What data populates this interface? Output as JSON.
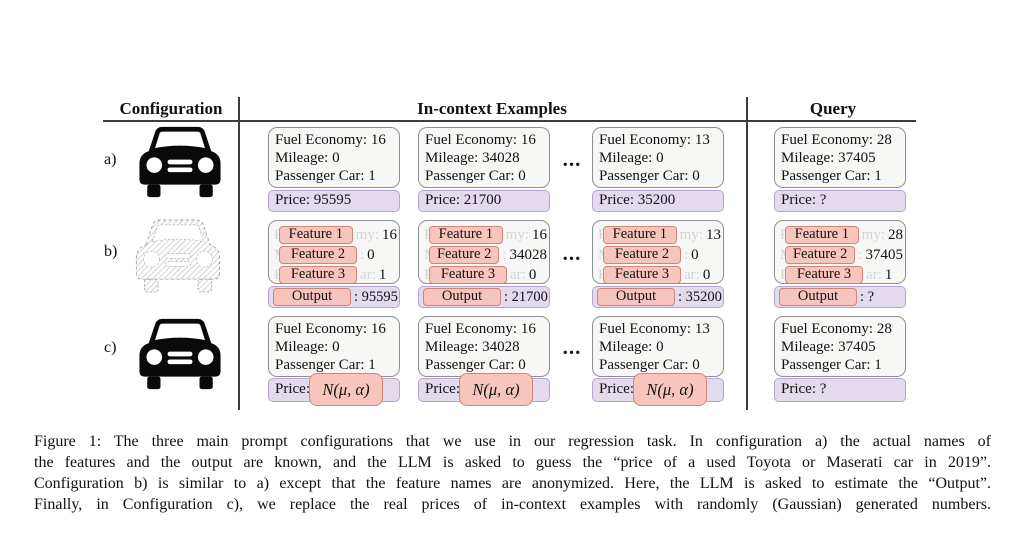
{
  "figure": {
    "table": {
      "headers": {
        "configuration": "Configuration",
        "examples": "In-context Examples",
        "query": "Query"
      },
      "ellipsis": "...",
      "rows": [
        {
          "label": "a)",
          "icon": "car-front-solid",
          "cards": [
            {
              "lines": [
                "Fuel Economy: 16",
                "Mileage: 0",
                "Passenger Car: 1"
              ],
              "target": "Price: 95595"
            },
            {
              "lines": [
                "Fuel Economy: 16",
                "Mileage: 34028",
                "Passenger Car: 0"
              ],
              "target": "Price: 21700"
            },
            {
              "lines": [
                "Fuel Economy: 13",
                "Mileage: 0",
                "Passenger Car: 0"
              ],
              "target": "Price: 35200"
            }
          ],
          "query": {
            "lines": [
              "Fuel Economy: 28",
              "Mileage: 37405",
              "Passenger Car: 1"
            ],
            "target": "Price: ?"
          }
        },
        {
          "label": "b)",
          "icon": "car-front-sketch",
          "feature_tags": [
            "Feature 1",
            "Feature 2",
            "Feature 3"
          ],
          "output_tag": "Output",
          "ghost_prefixes": [
            "F",
            "M",
            "P"
          ],
          "ghost_suffixes": [
            "my:",
            ":",
            "ar:"
          ],
          "cards": [
            {
              "values": [
                "16",
                "0",
                "1"
              ],
              "output_value": ": 95595"
            },
            {
              "values": [
                "16",
                "34028",
                "0"
              ],
              "output_value": ": 21700"
            },
            {
              "values": [
                "13",
                "0",
                "0"
              ],
              "output_value": ": 35200"
            }
          ],
          "query": {
            "values": [
              "28",
              "37405",
              "1"
            ],
            "output_value": ": ?"
          }
        },
        {
          "label": "c)",
          "icon": "car-front-solid",
          "price_prefix": "Price:",
          "gaussian_label": "N(μ, α)",
          "cards": [
            {
              "lines": [
                "Fuel Economy: 16",
                "Mileage: 0",
                "Passenger Car: 1"
              ]
            },
            {
              "lines": [
                "Fuel Economy: 16",
                "Mileage: 34028",
                "Passenger Car: 0"
              ]
            },
            {
              "lines": [
                "Fuel Economy: 13",
                "Mileage: 0",
                "Passenger Car: 0"
              ]
            }
          ],
          "query": {
            "lines": [
              "Fuel Economy: 28",
              "Mileage: 37405",
              "Passenger Car: 1"
            ],
            "target": "Price: ?"
          }
        }
      ]
    },
    "caption": {
      "lines": [
        "Figure 1: The three main prompt configurations that we use in our regression task. In configuration a) the actual names of",
        "the features and the output are known, and the LLM is asked to guess the “price of a used Toyota or Maserati car in 2019”.",
        "Configuration b) is similar to a) except that the feature names are anonymized. Here, the LLM is asked to estimate the “Output”.",
        "Finally, in Configuration c), we replace the real prices of in-context examples with randomly (Gaussian) generated numbers."
      ]
    },
    "colors": {
      "card_bg": "#f7f7f5",
      "card_border": "#909090",
      "target_bg": "#e3daee",
      "target_border": "#b7a4cd",
      "tag_bg": "#f7c5bc",
      "tag_border": "#cf857a",
      "ghost_text": "#d4d4d4",
      "rule": "#3d3d3d"
    }
  }
}
